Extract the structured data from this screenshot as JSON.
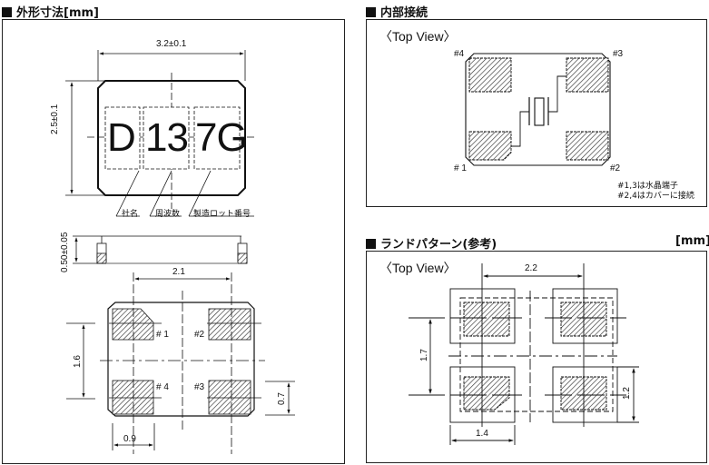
{
  "outline": {
    "title": "外形寸法[mm]",
    "dims": {
      "width": "3.2±0.1",
      "height": "2.5±0.1",
      "thickness": "0.50±0.05",
      "pad_pitch_x": "2.1",
      "pad_pitch_y": "1.6",
      "pad_width": "0.9",
      "pad_height": "0.7"
    },
    "marking": {
      "company": "D",
      "frequency": "13",
      "lot": "7G"
    },
    "marking_labels": {
      "company": "社名",
      "frequency": "周波数",
      "lot": "製造ロット番号"
    },
    "pins": [
      "# 1",
      "#2",
      "#3",
      "# 4"
    ]
  },
  "internal": {
    "title": "内部接続",
    "view_label": "〈Top View〉",
    "pins": [
      "#4",
      "#3",
      "# 1",
      "#2"
    ],
    "notes": [
      "#1,3は水晶端子",
      "#2,4はカバーに接続"
    ]
  },
  "land": {
    "title": "ランドパターン(参考)",
    "unit": "[mm]",
    "view_label": "〈Top View〉",
    "dims": {
      "pitch_x": "2.2",
      "pitch_y": "1.7",
      "land_width": "1.4",
      "land_height": "1.2"
    }
  }
}
